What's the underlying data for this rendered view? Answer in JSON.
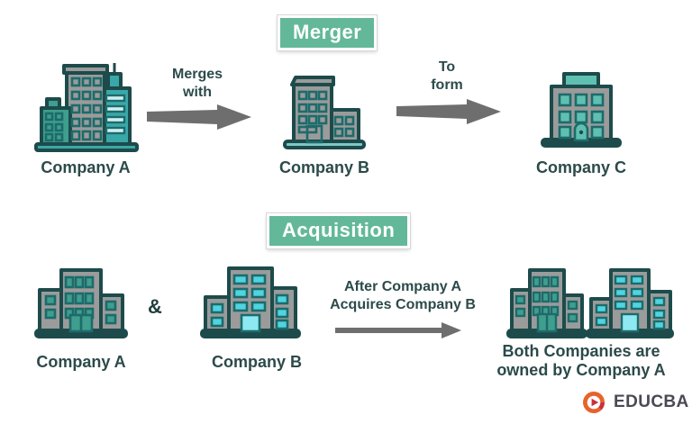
{
  "page": {
    "background": "#ffffff",
    "title_text_color": "#2c4a4a"
  },
  "theme": {
    "badge_bg": "#63b89a",
    "badge_text": "#ffffff",
    "outline_dark": "#1d4b4b",
    "teal_fill": "#3f9e8d",
    "gray_fill": "#9b9b9b",
    "cyan_fill": "#4fd4e0",
    "arrow_gray": "#6e6e6e",
    "label_color": "#2c4a4a",
    "logo_orange": "#e8622a",
    "logo_red": "#c9303a",
    "logo_text_color": "#4a4a55"
  },
  "merger": {
    "badge": "Merger",
    "step1": {
      "icon": "city-skyline-buildings-icon",
      "label": "Company A"
    },
    "arrow1": {
      "icon": "thick-right-arrow-icon",
      "label_line1": "Merges",
      "label_line2": "with"
    },
    "step2": {
      "icon": "two-block-office-building-icon",
      "label": "Company B"
    },
    "arrow2": {
      "icon": "thick-right-arrow-icon",
      "label_line1": "To",
      "label_line2": "form"
    },
    "step3": {
      "icon": "single-office-building-icon",
      "label": "Company C"
    }
  },
  "acquisition": {
    "badge": "Acquisition",
    "step1": {
      "icon": "tall-center-office-building-icon",
      "label": "Company A"
    },
    "conjunction": "&",
    "step2": {
      "icon": "three-tower-office-building-icon",
      "label": "Company B"
    },
    "arrow": {
      "icon": "thin-right-arrow-icon",
      "label_line1": "After  Company  A",
      "label_line2": "Acquires  Company  B"
    },
    "result": {
      "icon": "paired-office-buildings-icon",
      "label_line1": "Both Companies are",
      "label_line2": "owned by Company A"
    }
  },
  "footer": {
    "logo": {
      "icon": "educba-play-circle-icon",
      "text": "EDUCBA"
    }
  }
}
